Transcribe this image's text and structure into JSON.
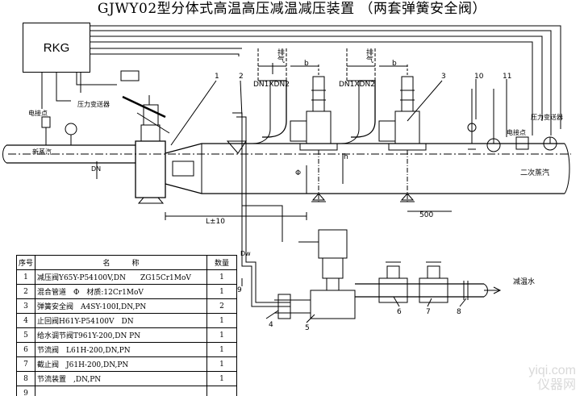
{
  "title": "GJWY02型分体式高温高压减温减压装置 （两套弹簧安全阀）",
  "controller": "RKG",
  "labels": {
    "exhaust_left": "排气",
    "exhaust_right": "排气",
    "dn_left": "DN1XDN2",
    "dn_right": "DN1XDN2",
    "b_left": "b",
    "b_right": "b",
    "elec_contact_left": "电接点",
    "press_transmitter_left": "压力变送器",
    "press_transmitter_right": "压力变送器",
    "elec_contact_right": "电接点",
    "new_steam": "新蒸汽",
    "secondary_steam": "二次蒸汽",
    "desuper_water": "减温水",
    "h_mark": "h",
    "phi_mark": "Φ",
    "l_dim": "L±10",
    "dim_500": "500",
    "dw": "Dw",
    "dn": "DN"
  },
  "callouts": [
    "1",
    "2",
    "3",
    "4",
    "5",
    "6",
    "7",
    "8",
    "9",
    "10",
    "11"
  ],
  "bom": {
    "headers": [
      "序号",
      "名　　　称",
      "数量"
    ],
    "rows": [
      {
        "no": "1",
        "name": "减压阀Y65Y-P54100V,DN　　ZG15Cr1MoV",
        "qty": "1"
      },
      {
        "no": "2",
        "name": "混合管道　Φ　材质:12Cr1MoV",
        "qty": "1"
      },
      {
        "no": "3",
        "name": "弹簧安全阀　A4SY-100I,DN,PN",
        "qty": "2"
      },
      {
        "no": "4",
        "name": "止回阀H61Y-P54100V　DN",
        "qty": "1"
      },
      {
        "no": "5",
        "name": "给水调节阀T961Y-200,DN PN",
        "qty": "1"
      },
      {
        "no": "6",
        "name": "节流阀　L61H-200,DN,PN",
        "qty": "1"
      },
      {
        "no": "7",
        "name": "截止阀　J61H-200,DN,PN",
        "qty": "1"
      },
      {
        "no": "8",
        "name": "节流装置　,DN,PN",
        "qty": "1"
      },
      {
        "no": "9",
        "name": "",
        "qty": ""
      }
    ]
  },
  "watermark": {
    "line1": "yiqi.com",
    "line2": "仪器网"
  }
}
